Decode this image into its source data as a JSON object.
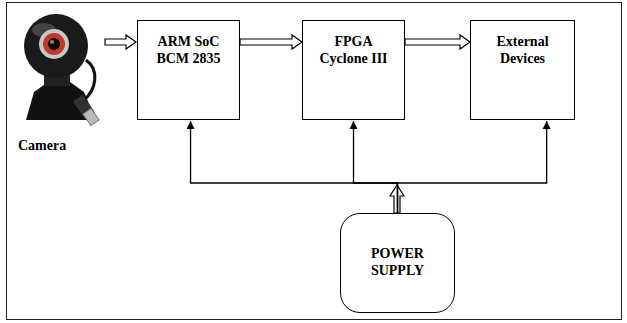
{
  "diagram": {
    "nodes": [
      {
        "text": [
          "ARM SoC",
          "BCM 2835"
        ]
      },
      {
        "text": [
          "FPGA",
          "Cyclone III"
        ]
      },
      {
        "text": [
          "External Devices"
        ]
      },
      {
        "text": [
          "POWER SUPPLY"
        ]
      }
    ],
    "edges": [
      {
        "from": 0,
        "to": 1,
        "arrow": "to"
      },
      {
        "from": 1,
        "to": 2,
        "arrow": "to"
      },
      {
        "from": 3,
        "to": 0,
        "arrow": "to"
      },
      {
        "from": 3,
        "to": 1,
        "arrow": "to"
      },
      {
        "from": 3,
        "to": 2,
        "arrow": "to"
      }
    ],
    "labels": [
      "Camera"
    ]
  }
}
